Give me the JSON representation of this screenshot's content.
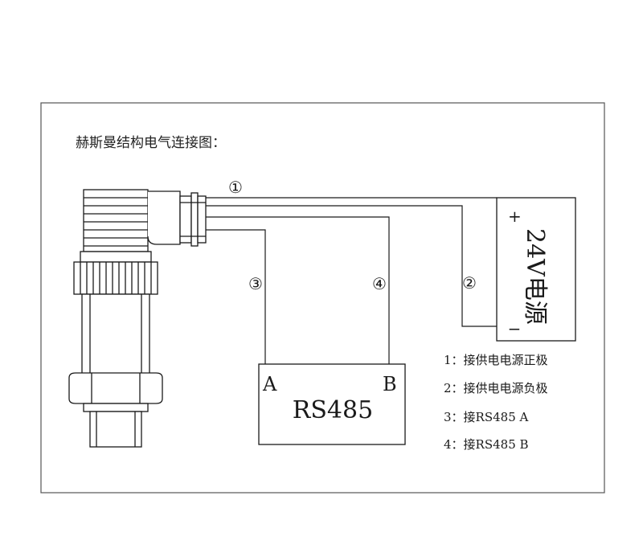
{
  "diagram": {
    "title": "赫斯曼结构电气连接图：",
    "wire_markers": [
      "①",
      "②",
      "③",
      "④"
    ],
    "power_supply": {
      "label": "24V电源",
      "plus": "+",
      "minus": "−"
    },
    "rs485_box": {
      "label": "RS485",
      "terminal_a": "A",
      "terminal_b": "B"
    },
    "legend": [
      "1：接供电电源正极",
      "2：接供电电源负极",
      "3：接RS485 A",
      "4：接RS485 B"
    ]
  }
}
